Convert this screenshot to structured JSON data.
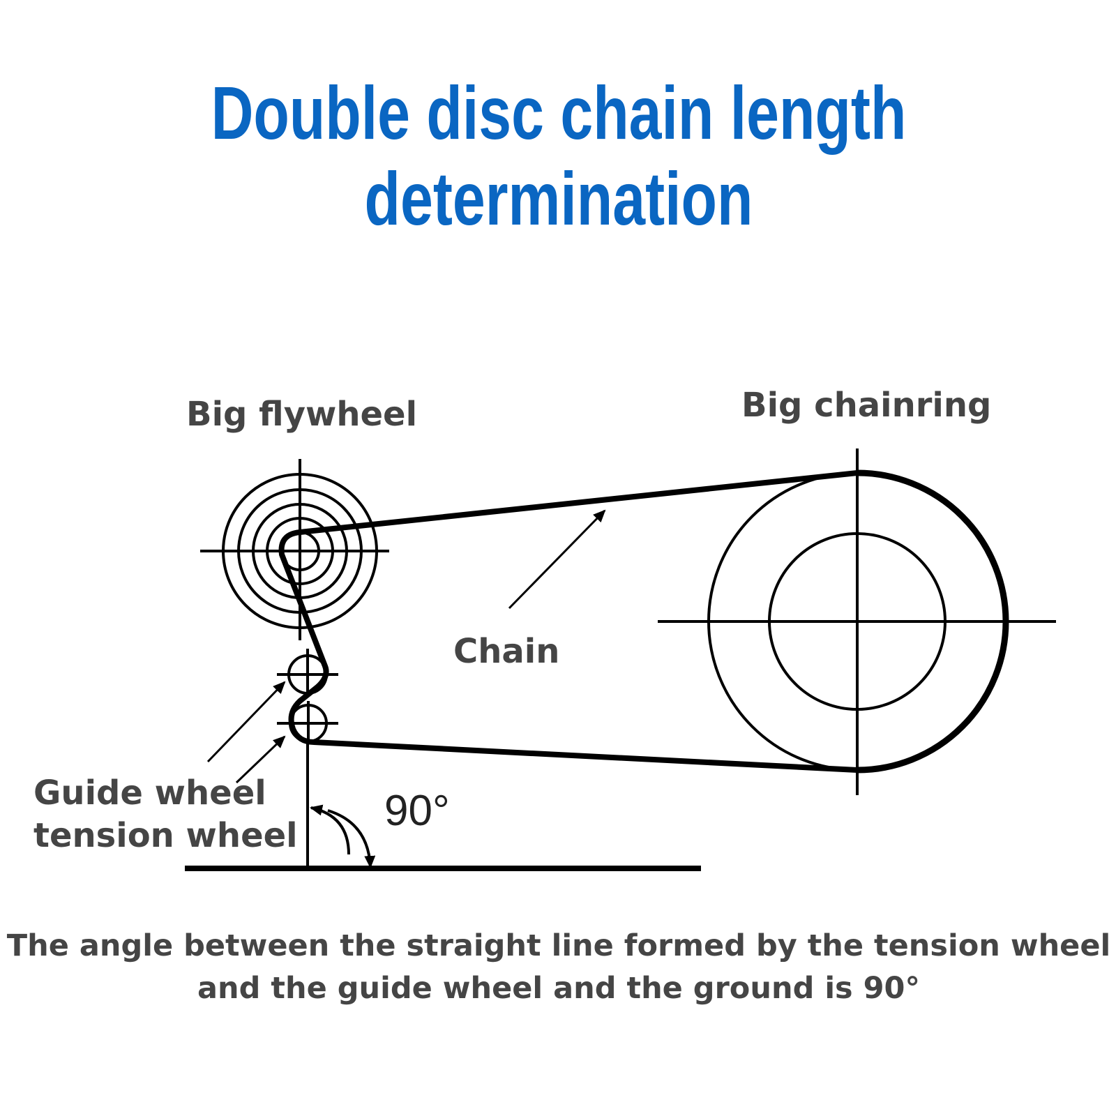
{
  "title": {
    "line1": "Double disc chain length",
    "line2": "determination"
  },
  "labels": {
    "big_flywheel": "Big flywheel",
    "big_chainring": "Big chainring",
    "chain": "Chain",
    "guide_wheel": "Guide wheel",
    "tension_wheel": "tension wheel",
    "angle": "90°"
  },
  "caption": {
    "line1": "The angle between the straight line formed by the tension wheel",
    "line2": "and the guide wheel and the ground is 90°"
  },
  "colors": {
    "title": "#0a66c2",
    "label": "#454545",
    "line": "#000000"
  }
}
